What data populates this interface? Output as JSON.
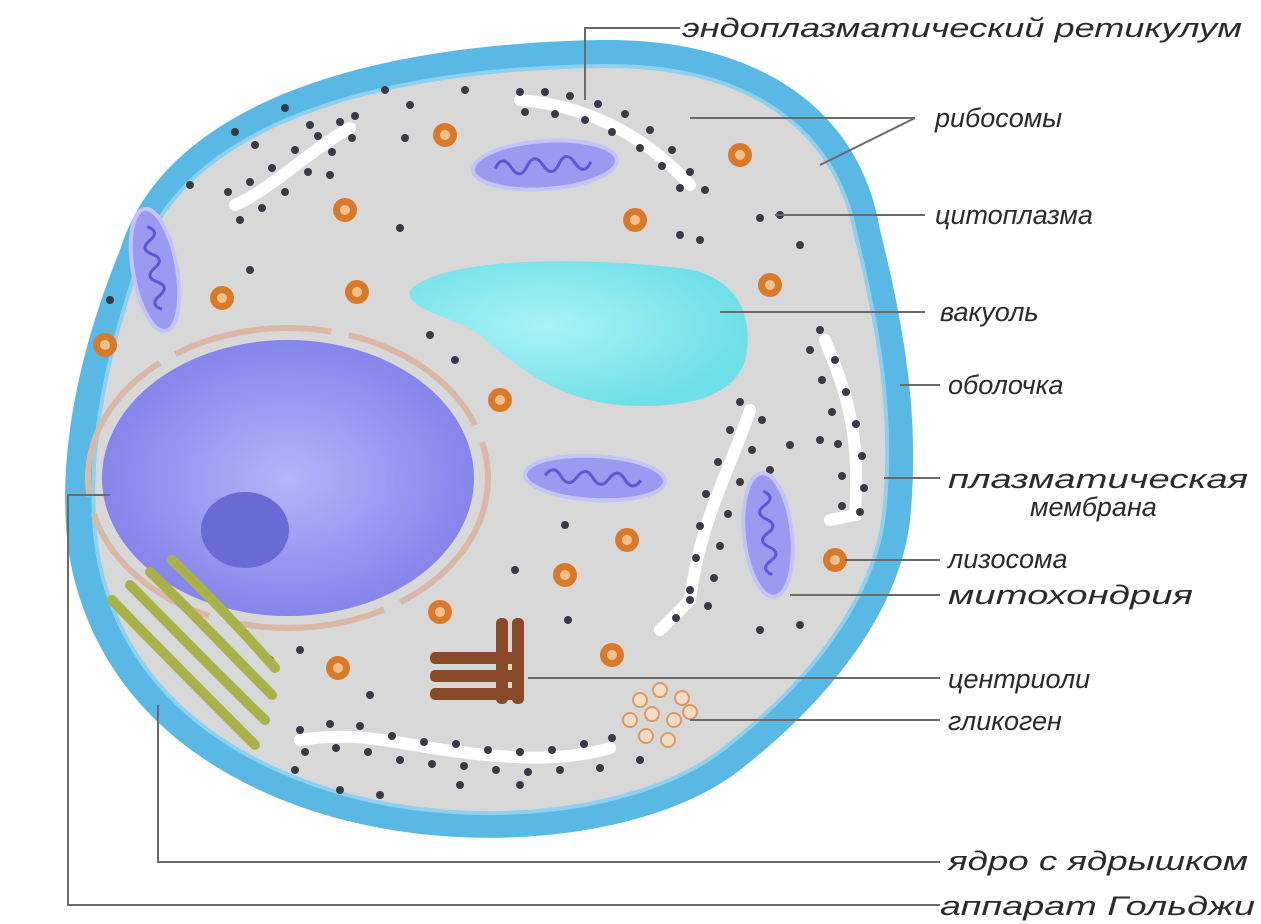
{
  "labels": {
    "er": "эндоплазматический ретикулум",
    "ribosomes": "рибосомы",
    "cytoplasm": "цитоплазма",
    "vacuole": "вакуоль",
    "wall": "оболочка",
    "membrane_line1": "плазматическая",
    "membrane_line2": "мембрана",
    "lysosome": "лизосома",
    "mitochondria": "митохондрия",
    "centrioles": "центриоли",
    "glycogen": "гликоген",
    "nucleus": "ядро с ядрышком",
    "golgi": "аппарат Гольджи"
  },
  "colors": {
    "cell_wall": "#5ab8e4",
    "cytoplasm": "#dcdcdc",
    "nucleus": "#8c8cf0",
    "nucleolus": "#6464d0",
    "vacuole": "#7fe8ee",
    "mitochondria": "#7a7ae6",
    "lysosome": "#d97a2a",
    "golgi": "#a9b24a",
    "centriole": "#8a4a2a",
    "ribosome": "#3a3a46"
  }
}
